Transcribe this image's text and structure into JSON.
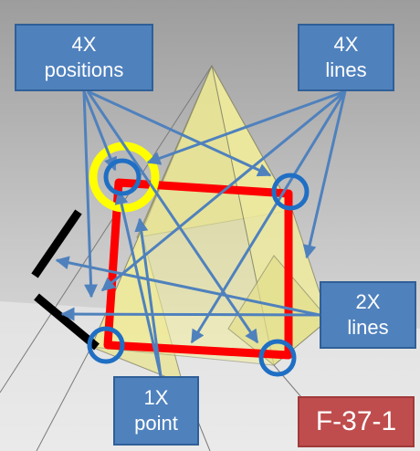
{
  "callouts": {
    "positions_4x": {
      "line1": "4X",
      "line2": "positions"
    },
    "lines_4x": {
      "line1": "4X",
      "line2": "lines"
    },
    "lines_2x": {
      "line1": "2X",
      "line2": "lines"
    },
    "point_1x": {
      "line1": "1X",
      "line2": "point"
    }
  },
  "figure_label": "F-37-1",
  "colors": {
    "callout_fill": "#4f81bd",
    "arrow": "#4f81bd",
    "square_outline": "#ff0000",
    "corner_circle": "#1f6fc4",
    "highlight_ring": "#ffff00",
    "edge_bar": "#000000",
    "label_fill": "#bf4d4d",
    "pyramid_fill": "#f2ee9a"
  }
}
